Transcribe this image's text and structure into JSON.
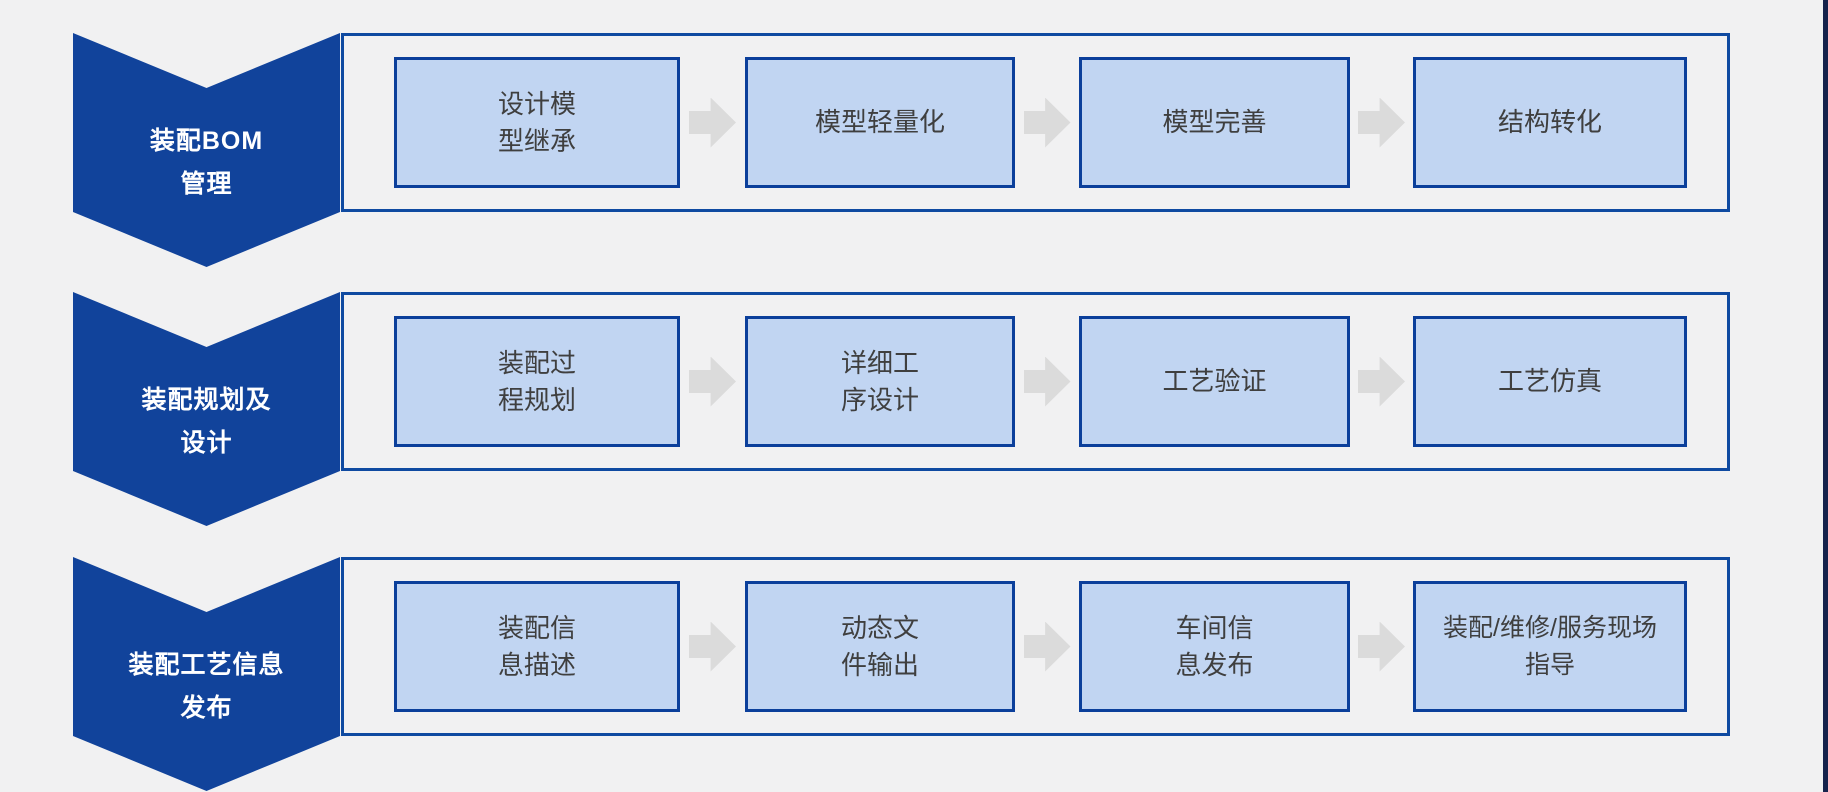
{
  "diagram_title": "assembly-process-flow",
  "colors": {
    "background": "#F1F1F2",
    "stage_banner_fill": "#11439B",
    "stage_banner_text": "#FFFFFF",
    "panel_border": "#0F4AA1",
    "step_fill": "#C1D5F2",
    "step_border": "#0B3F9B",
    "step_text": "#3F3F3F",
    "arrow_fill": "#DBDBDB",
    "right_edge_strip": "#16234D"
  },
  "rows": [
    {
      "stage": "装配BOM\n管理",
      "steps": [
        "设计模\n型继承",
        "模型轻量化",
        "模型完善",
        "结构转化"
      ]
    },
    {
      "stage": "装配规划及\n设计",
      "steps": [
        "装配过\n程规划",
        "详细工\n序设计",
        "工艺验证",
        "工艺仿真"
      ]
    },
    {
      "stage": "装配工艺信息\n发布",
      "steps": [
        "装配信\n息描述",
        "动态文\n件输出",
        "车间信\n息发布",
        "装配/维修/服务现场\n指导"
      ]
    }
  ]
}
